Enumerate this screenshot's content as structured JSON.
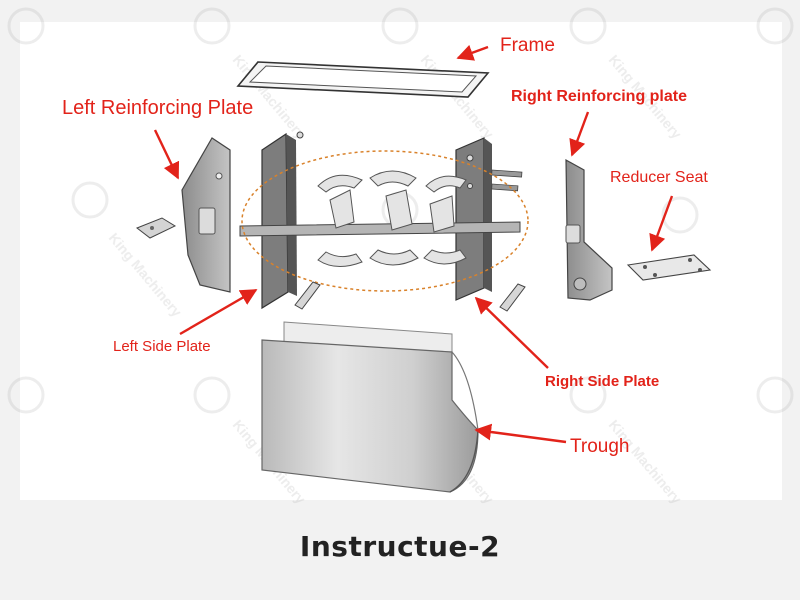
{
  "labels": {
    "frame": "Frame",
    "left_reinforcing_plate": "Left Reinforcing Plate",
    "right_reinforcing_plate": "Right Reinforcing plate",
    "reducer_seat": "Reducer Seat",
    "left_side_plate": "Left Side Plate",
    "right_side_plate": "Right Side Plate",
    "trough": "Trough"
  },
  "caption": "Instructue-2",
  "watermark": "King Machinery",
  "colors": {
    "label_red": "#e2231a",
    "callout_ring": "#d9822b",
    "metal_dark": "#6e6e6e",
    "metal_light": "#c9c9c9",
    "background": "#f2f2f2",
    "panel": "#ffffff"
  }
}
